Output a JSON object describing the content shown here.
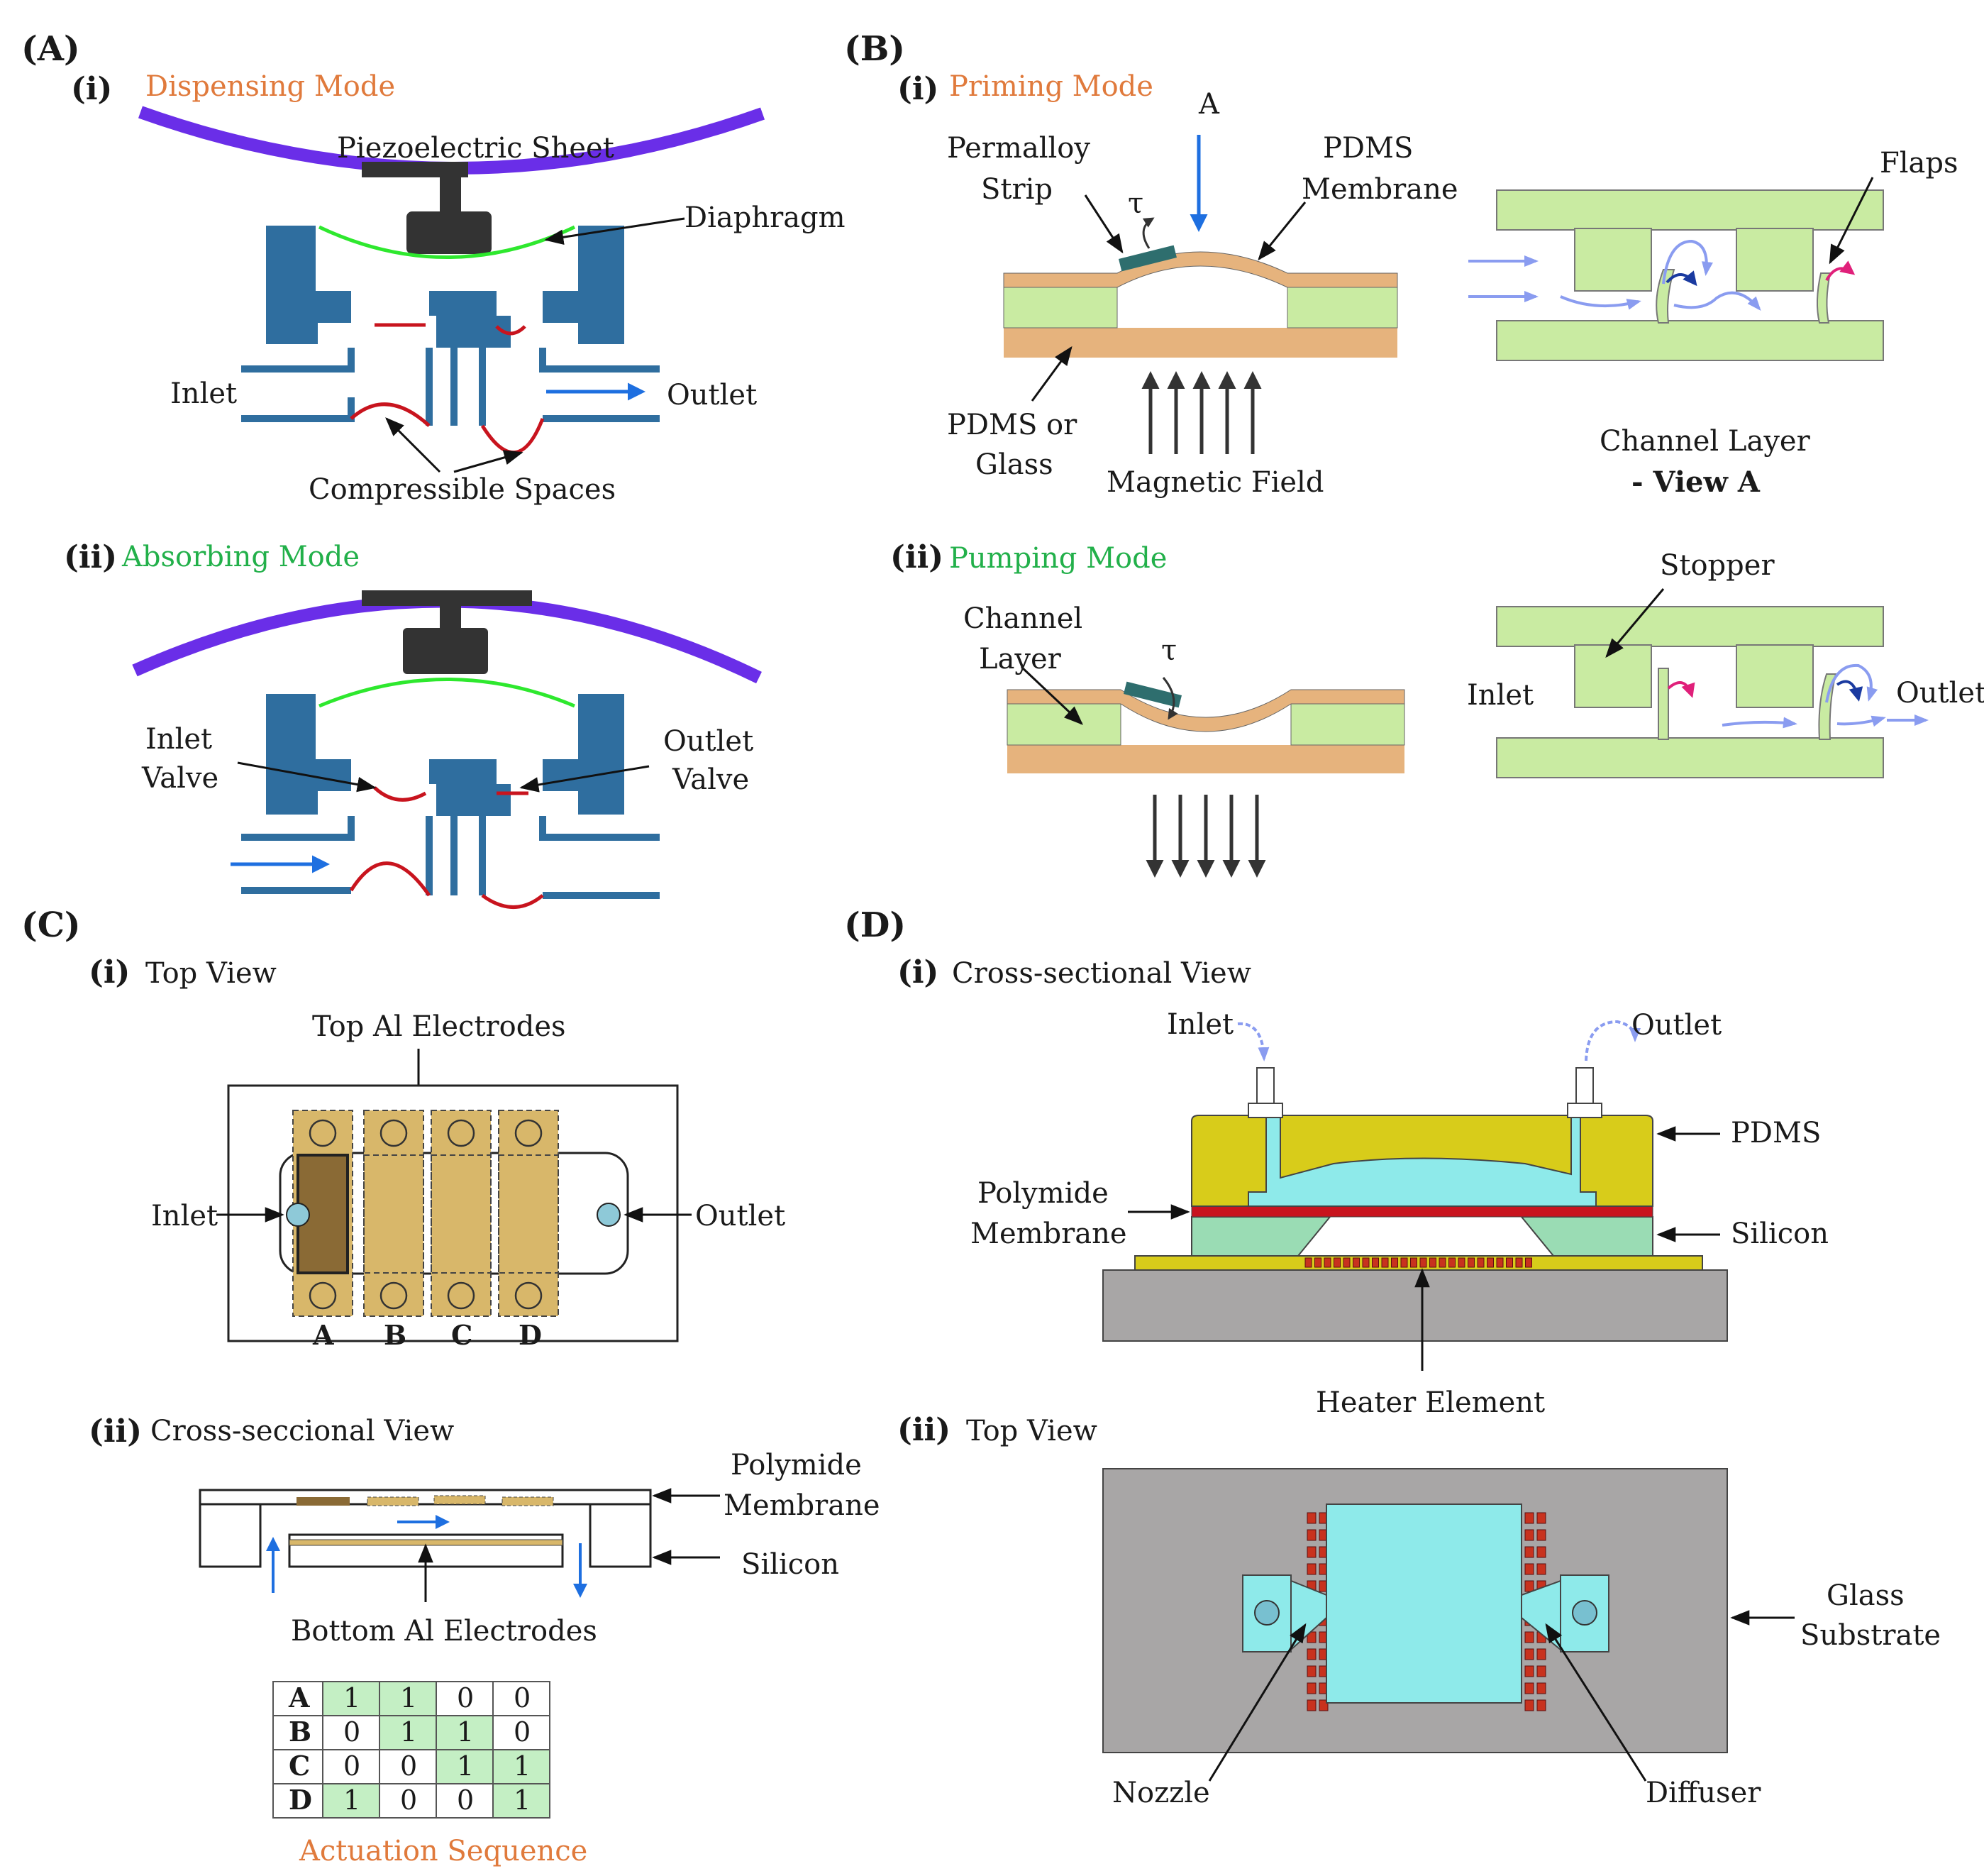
{
  "panels": {
    "A": {
      "label": "(A)",
      "i": {
        "num": "(i)",
        "title": "Dispensing Mode"
      },
      "ii": {
        "num": "(ii)",
        "title": "Absorbing Mode"
      },
      "labels": {
        "piezo": "Piezoelectric Sheet",
        "diaphragm": "Diaphragm",
        "inlet": "Inlet",
        "outlet": "Outlet",
        "compressible": "Compressible Spaces",
        "inlet_valve_1": "Inlet",
        "inlet_valve_2": "Valve",
        "outlet_valve_1": "Outlet",
        "outlet_valve_2": "Valve"
      }
    },
    "B": {
      "label": "(B)",
      "i": {
        "num": "(i)",
        "title": "Priming Mode"
      },
      "ii": {
        "num": "(ii)",
        "title": "Pumping Mode"
      },
      "labels": {
        "A": "A",
        "permalloy_1": "Permalloy",
        "permalloy_2": "Strip",
        "tau": "τ",
        "pdms_membrane_1": "PDMS",
        "pdms_membrane_2": "Membrane",
        "pdms_glass_1": "PDMS or",
        "pdms_glass_2": "Glass",
        "magnetic_field": "Magnetic Field",
        "flaps": "Flaps",
        "channel_view_1": "Channel Layer",
        "channel_view_2": "- View A",
        "channel_layer_1": "Channel",
        "channel_layer_2": "Layer",
        "stopper": "Stopper",
        "inlet": "Inlet",
        "outlet": "Outlet"
      }
    },
    "C": {
      "label": "(C)",
      "i": {
        "num": "(i)",
        "title": "Top View"
      },
      "ii": {
        "num": "(ii)",
        "title": "Cross-seccional View"
      },
      "labels": {
        "top_electrodes": "Top Al Electrodes",
        "inlet": "Inlet",
        "outlet": "Outlet",
        "polymide_1": "Polymide",
        "polymide_2": "Membrane",
        "silicon": "Silicon",
        "bottom_electrodes": "Bottom Al Electrodes",
        "actuation": "Actuation Sequence"
      },
      "electrodes": [
        "A",
        "B",
        "C",
        "D"
      ],
      "table": [
        {
          "row": "A",
          "values": [
            "1",
            "1",
            "0",
            "0"
          ]
        },
        {
          "row": "B",
          "values": [
            "0",
            "1",
            "1",
            "0"
          ]
        },
        {
          "row": "C",
          "values": [
            "0",
            "0",
            "1",
            "1"
          ]
        },
        {
          "row": "D",
          "values": [
            "1",
            "0",
            "0",
            "1"
          ]
        }
      ]
    },
    "D": {
      "label": "(D)",
      "i": {
        "num": "(i)",
        "title": "Cross-sectional View"
      },
      "ii": {
        "num": "(ii)",
        "title": "Top View"
      },
      "labels": {
        "inlet": "Inlet",
        "outlet": "Outlet",
        "pdms": "PDMS",
        "polymide_1": "Polymide",
        "polymide_2": "Membrane",
        "silicon": "Silicon",
        "heater": "Heater Element",
        "glass_1": "Glass",
        "glass_2": "Substrate",
        "nozzle": "Nozzle",
        "diffuser": "Diffuser"
      }
    }
  },
  "colors": {
    "title_orange": "#e07a3c",
    "title_green": "#22b04a",
    "steel_blue": "#2f6e9f",
    "membrane_red": "#c8141e",
    "diaphragm_green": "#2ee82e",
    "piezo_purple": "#6a2ee8",
    "flow_blue": "#1e6fe0",
    "tan": "#e6b37d",
    "light_green": "#c9eba2",
    "teal": "#2e6e6e",
    "electrode_light": "#d8b76a",
    "electrode_dark": "#8a6a35",
    "yellow_pdms": "#d8cc1a",
    "cyan": "#8eeaea",
    "grey": "#a8a6a6",
    "heater_red": "#c8321e",
    "silicon_green": "#9adcb4",
    "table_green": "#c4efc4"
  }
}
